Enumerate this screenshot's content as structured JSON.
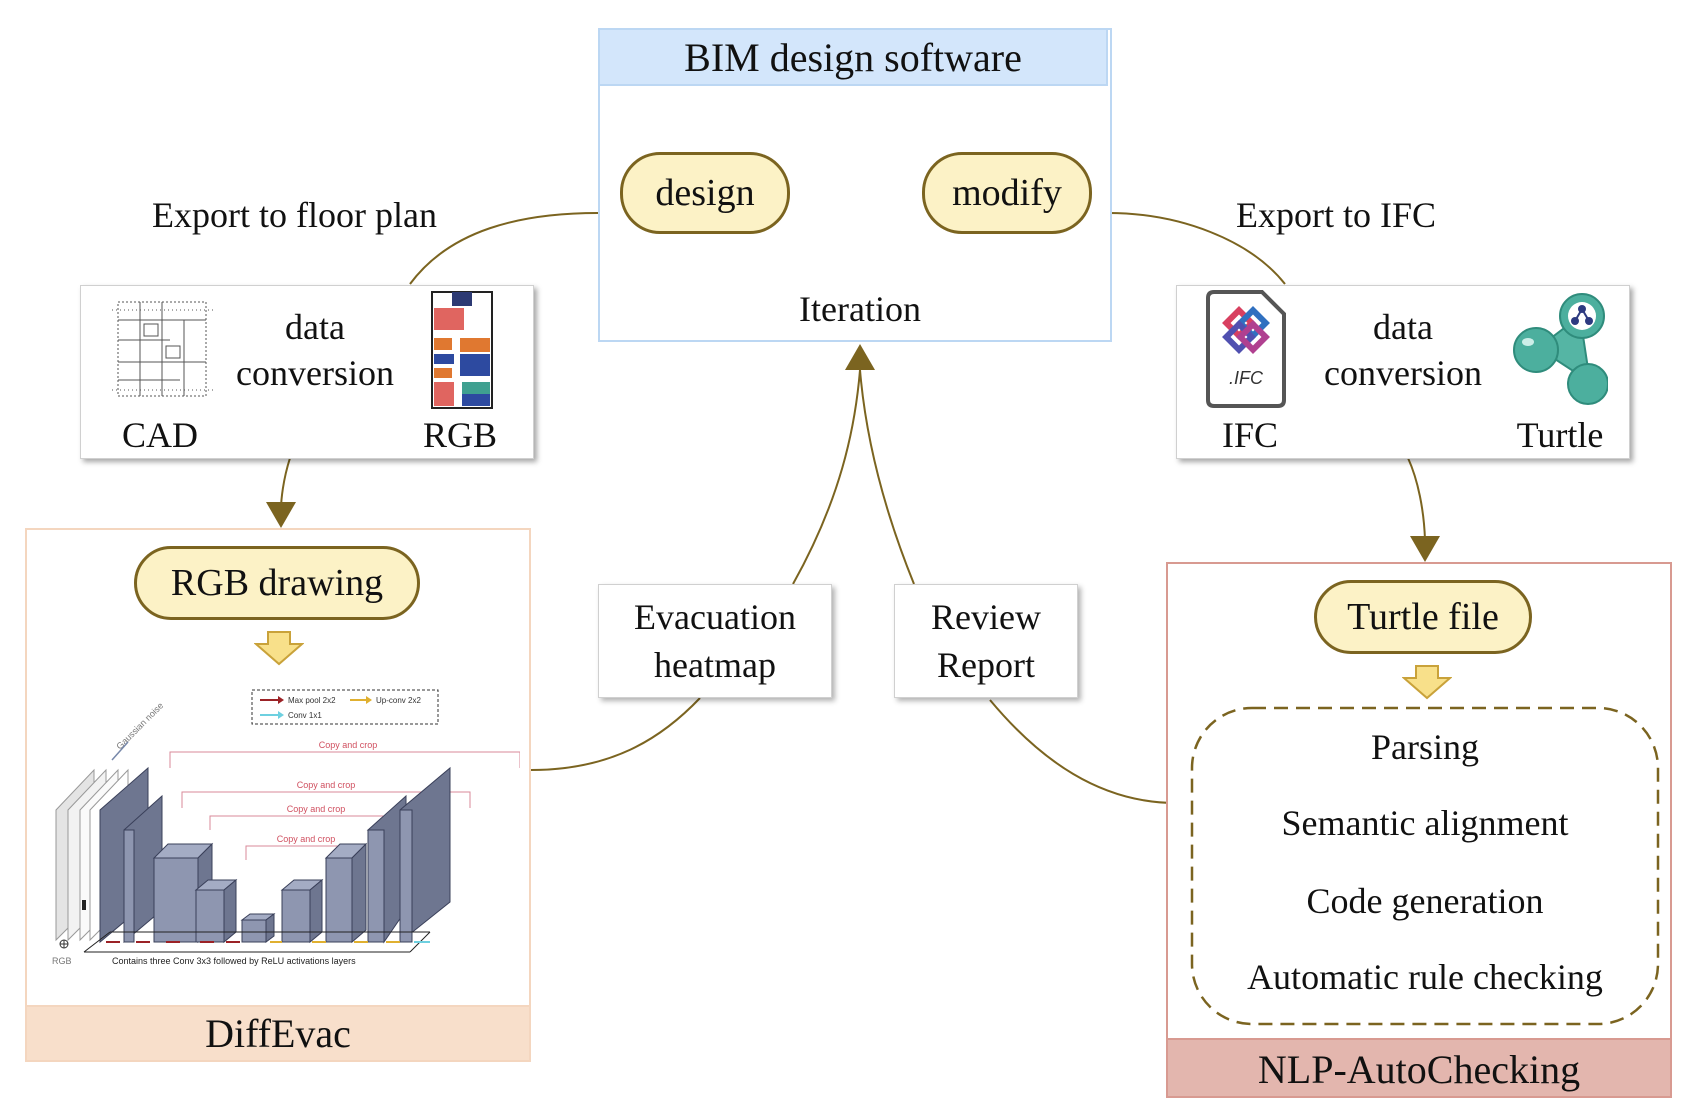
{
  "bim": {
    "title": "BIM design software",
    "design": "design",
    "modify": "modify",
    "iteration": "Iteration"
  },
  "left_export": {
    "label": "Export to floor plan",
    "data": "data",
    "conversion": "conversion",
    "from": "CAD",
    "to": "RGB"
  },
  "right_export": {
    "label": "Export to IFC",
    "data": "data",
    "conversion": "conversion",
    "from": "IFC",
    "to": "Turtle",
    "ifc_icon_text": ".IFC"
  },
  "center": {
    "evac_line1": "Evacuation",
    "evac_line2": "heatmap",
    "review_line1": "Review",
    "review_line2": "Report"
  },
  "diffevac": {
    "pill": "RGB drawing",
    "footer": "DiffEvac",
    "unet": {
      "legend_maxpool": "Max pool 2x2",
      "legend_upconv": "Up-conv 2x2",
      "legend_conv": "Conv 1x1",
      "noise": "Gaussian noise",
      "copy_crop": "Copy and crop",
      "rgb": "RGB",
      "caption": "Contains three Conv 3x3 followed by ReLU activations layers"
    }
  },
  "nlp": {
    "pill": "Turtle file",
    "footer": "NLP-AutoChecking",
    "steps": [
      "Parsing",
      "Semantic alignment",
      "Code generation",
      "Automatic rule checking"
    ]
  },
  "colors": {
    "arrow": "#7b6420",
    "pill_fill": "#fcf2c6",
    "bim_header": "#d3e6fb",
    "diff_footer": "#f8dfcb",
    "nlp_footer": "#e3b6ae",
    "block": "#6e7690"
  }
}
